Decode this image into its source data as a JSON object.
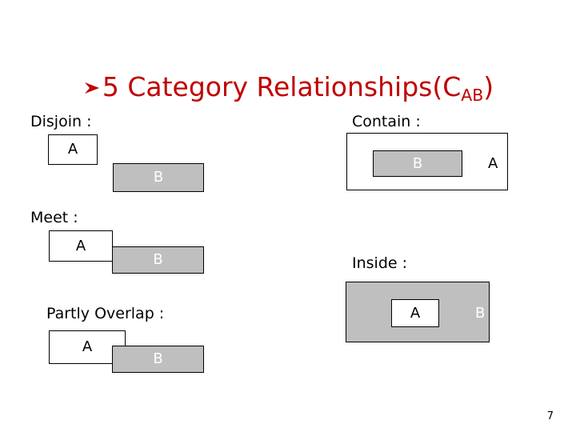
{
  "slide": {
    "title": {
      "bullet_icon": "arrowhead-bullet-icon",
      "text_before_sub": "5 Category Relationships(C",
      "subscript": "AB",
      "text_after_sub": ")",
      "color": "#C00000"
    },
    "page_number": "7",
    "colors": {
      "title_red": "#C00000",
      "box_b_gray": "#BFBFBF",
      "box_a_white": "#FFFFFF",
      "border_black": "#000000",
      "label_on_gray": "#FFFFFF",
      "label_on_white": "#000000"
    },
    "sections": [
      {
        "id": "disjoin",
        "caption": "Disjoin :",
        "labels": {
          "a": "A",
          "b": "B"
        }
      },
      {
        "id": "meet",
        "caption": "Meet :",
        "labels": {
          "a": "A",
          "b": "B"
        }
      },
      {
        "id": "partly-overlap",
        "caption": "Partly Overlap :",
        "labels": {
          "a": "A",
          "b": "B"
        }
      },
      {
        "id": "contain",
        "caption": "Contain :",
        "labels": {
          "a": "A",
          "b": "B"
        }
      },
      {
        "id": "inside",
        "caption": "Inside :",
        "labels": {
          "a": "A",
          "b": "B"
        }
      }
    ]
  }
}
